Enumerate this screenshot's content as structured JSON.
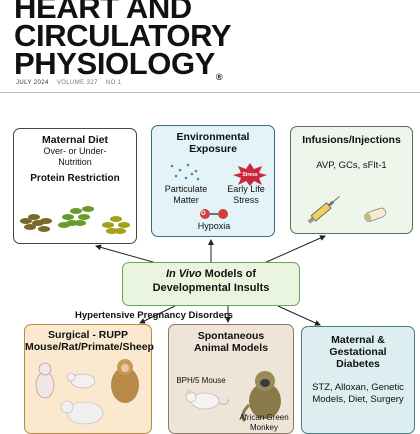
{
  "masthead": {
    "line1": "HEART AND",
    "line2": "CIRCULATORY",
    "line3": "PHYSIOLOGY",
    "registered": "®",
    "issue_date": "JULY 2024",
    "volume": "VOLUME 327",
    "number": "NO.1"
  },
  "maternal": {
    "title": "Maternal Diet",
    "subtitle": "Over- or Under- Nutrition",
    "item": "Protein Restriction"
  },
  "environmental": {
    "title": "Environmental Exposure",
    "particulate": "Particulate Matter",
    "stress_badge": "Stress",
    "stress": "Early Life Stress",
    "hypoxia_badge": "O",
    "hypoxia": "Hypoxia"
  },
  "infusions": {
    "title": "Infusions/Injections",
    "items": "AVP, GCs, sFlt-1"
  },
  "center": {
    "italic": "In Vivo",
    "rest": " Models of",
    "line2": "Developmental Insults"
  },
  "hypertensive_label": "Hypertensive Pregnancy Disorders",
  "surgical": {
    "title1": "Surgical - RUPP",
    "title2": "Mouse/Rat/Primate/Sheep"
  },
  "spontaneous": {
    "title": "Spontaneous Animal Models",
    "mouse": "BPH/5 Mouse",
    "monkey": "African Green Monkey"
  },
  "diabetes": {
    "title": "Maternal & Gestational Diabetes",
    "items": "STZ, Alloxan, Genetic Models, Diet, Surgery"
  },
  "colors": {
    "env_box": "#e3f3f8",
    "center_box": "#eaf5e0",
    "surgical_box": "#fbe9cf",
    "stress_star": "#c8283c"
  }
}
